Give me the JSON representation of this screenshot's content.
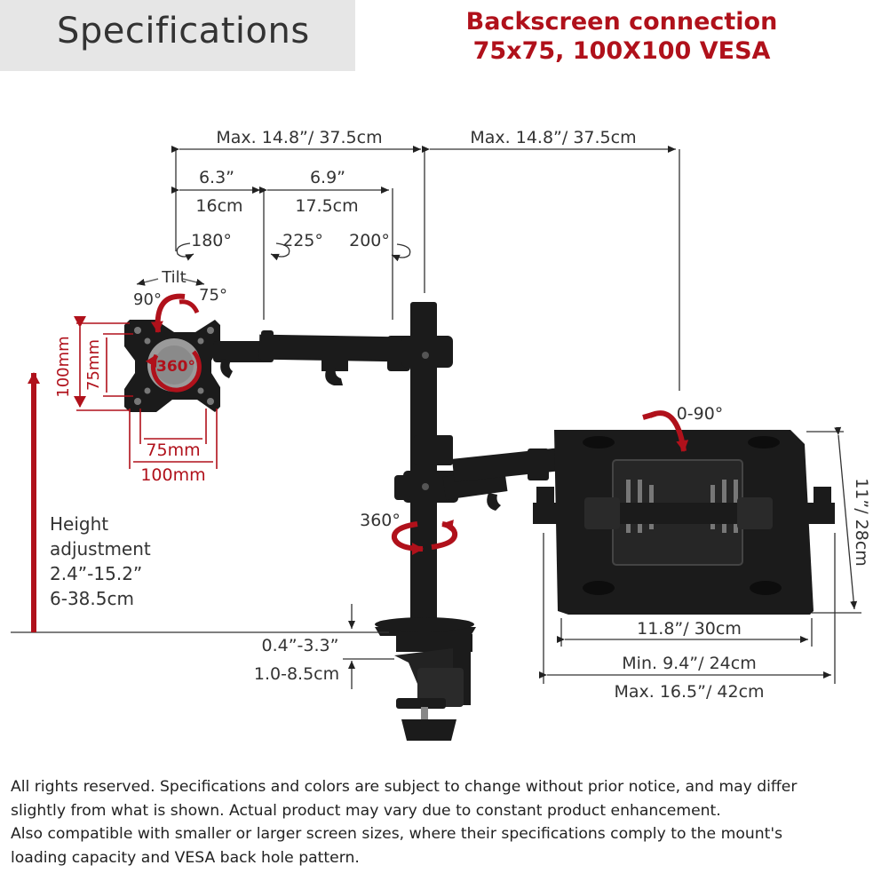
{
  "header": {
    "title": "Specifications"
  },
  "connection": {
    "line1": "Backscreen connection",
    "line2": "75x75, 100X100 VESA"
  },
  "dimensions": {
    "arm1_max": "Max. 14.8”/ 37.5cm",
    "arm2_max": "Max. 14.8”/ 37.5cm",
    "seg1_in": "6.3”",
    "seg1_cm": "16cm",
    "seg2_in": "6.9”",
    "seg2_cm": "17.5cm",
    "rot1": "180°",
    "rot2": "225°",
    "rot3": "200°",
    "tilt": "Tilt",
    "tilt_down": "90°",
    "tilt_up": "75°",
    "rotate360": "360°",
    "vesa_h1": "100mm",
    "vesa_h2": "75mm",
    "vesa_w1": "75mm",
    "vesa_w2": "100mm",
    "height_label1": "Height",
    "height_label2": "adjustment",
    "height_in": "2.4”-15.2”",
    "height_cm": "6-38.5cm",
    "pole_rotate": "360°",
    "clamp_in": "0.4”-3.3”",
    "clamp_cm": "1.0-8.5cm",
    "tray_tilt": "0-90°",
    "tray_depth": "11”/ 28cm",
    "tray_width": "11.8”/ 30cm",
    "tray_min": "Min. 9.4”/ 24cm",
    "tray_max": "Max. 16.5”/ 42cm"
  },
  "footer": {
    "line1": "All rights reserved. Specifications and colors are subject to change without prior notice, and may differ",
    "line2": "slightly from what is shown. Actual product may vary due to constant product enhancement.",
    "line3": "Also compatible with smaller or larger screen sizes, where their specifications comply to the mount's",
    "line4": "loading capacity and VESA back hole pattern."
  },
  "colors": {
    "accent": "#b0111b",
    "metal": "#1b1b1b",
    "header_bg": "#e6e6e6"
  }
}
